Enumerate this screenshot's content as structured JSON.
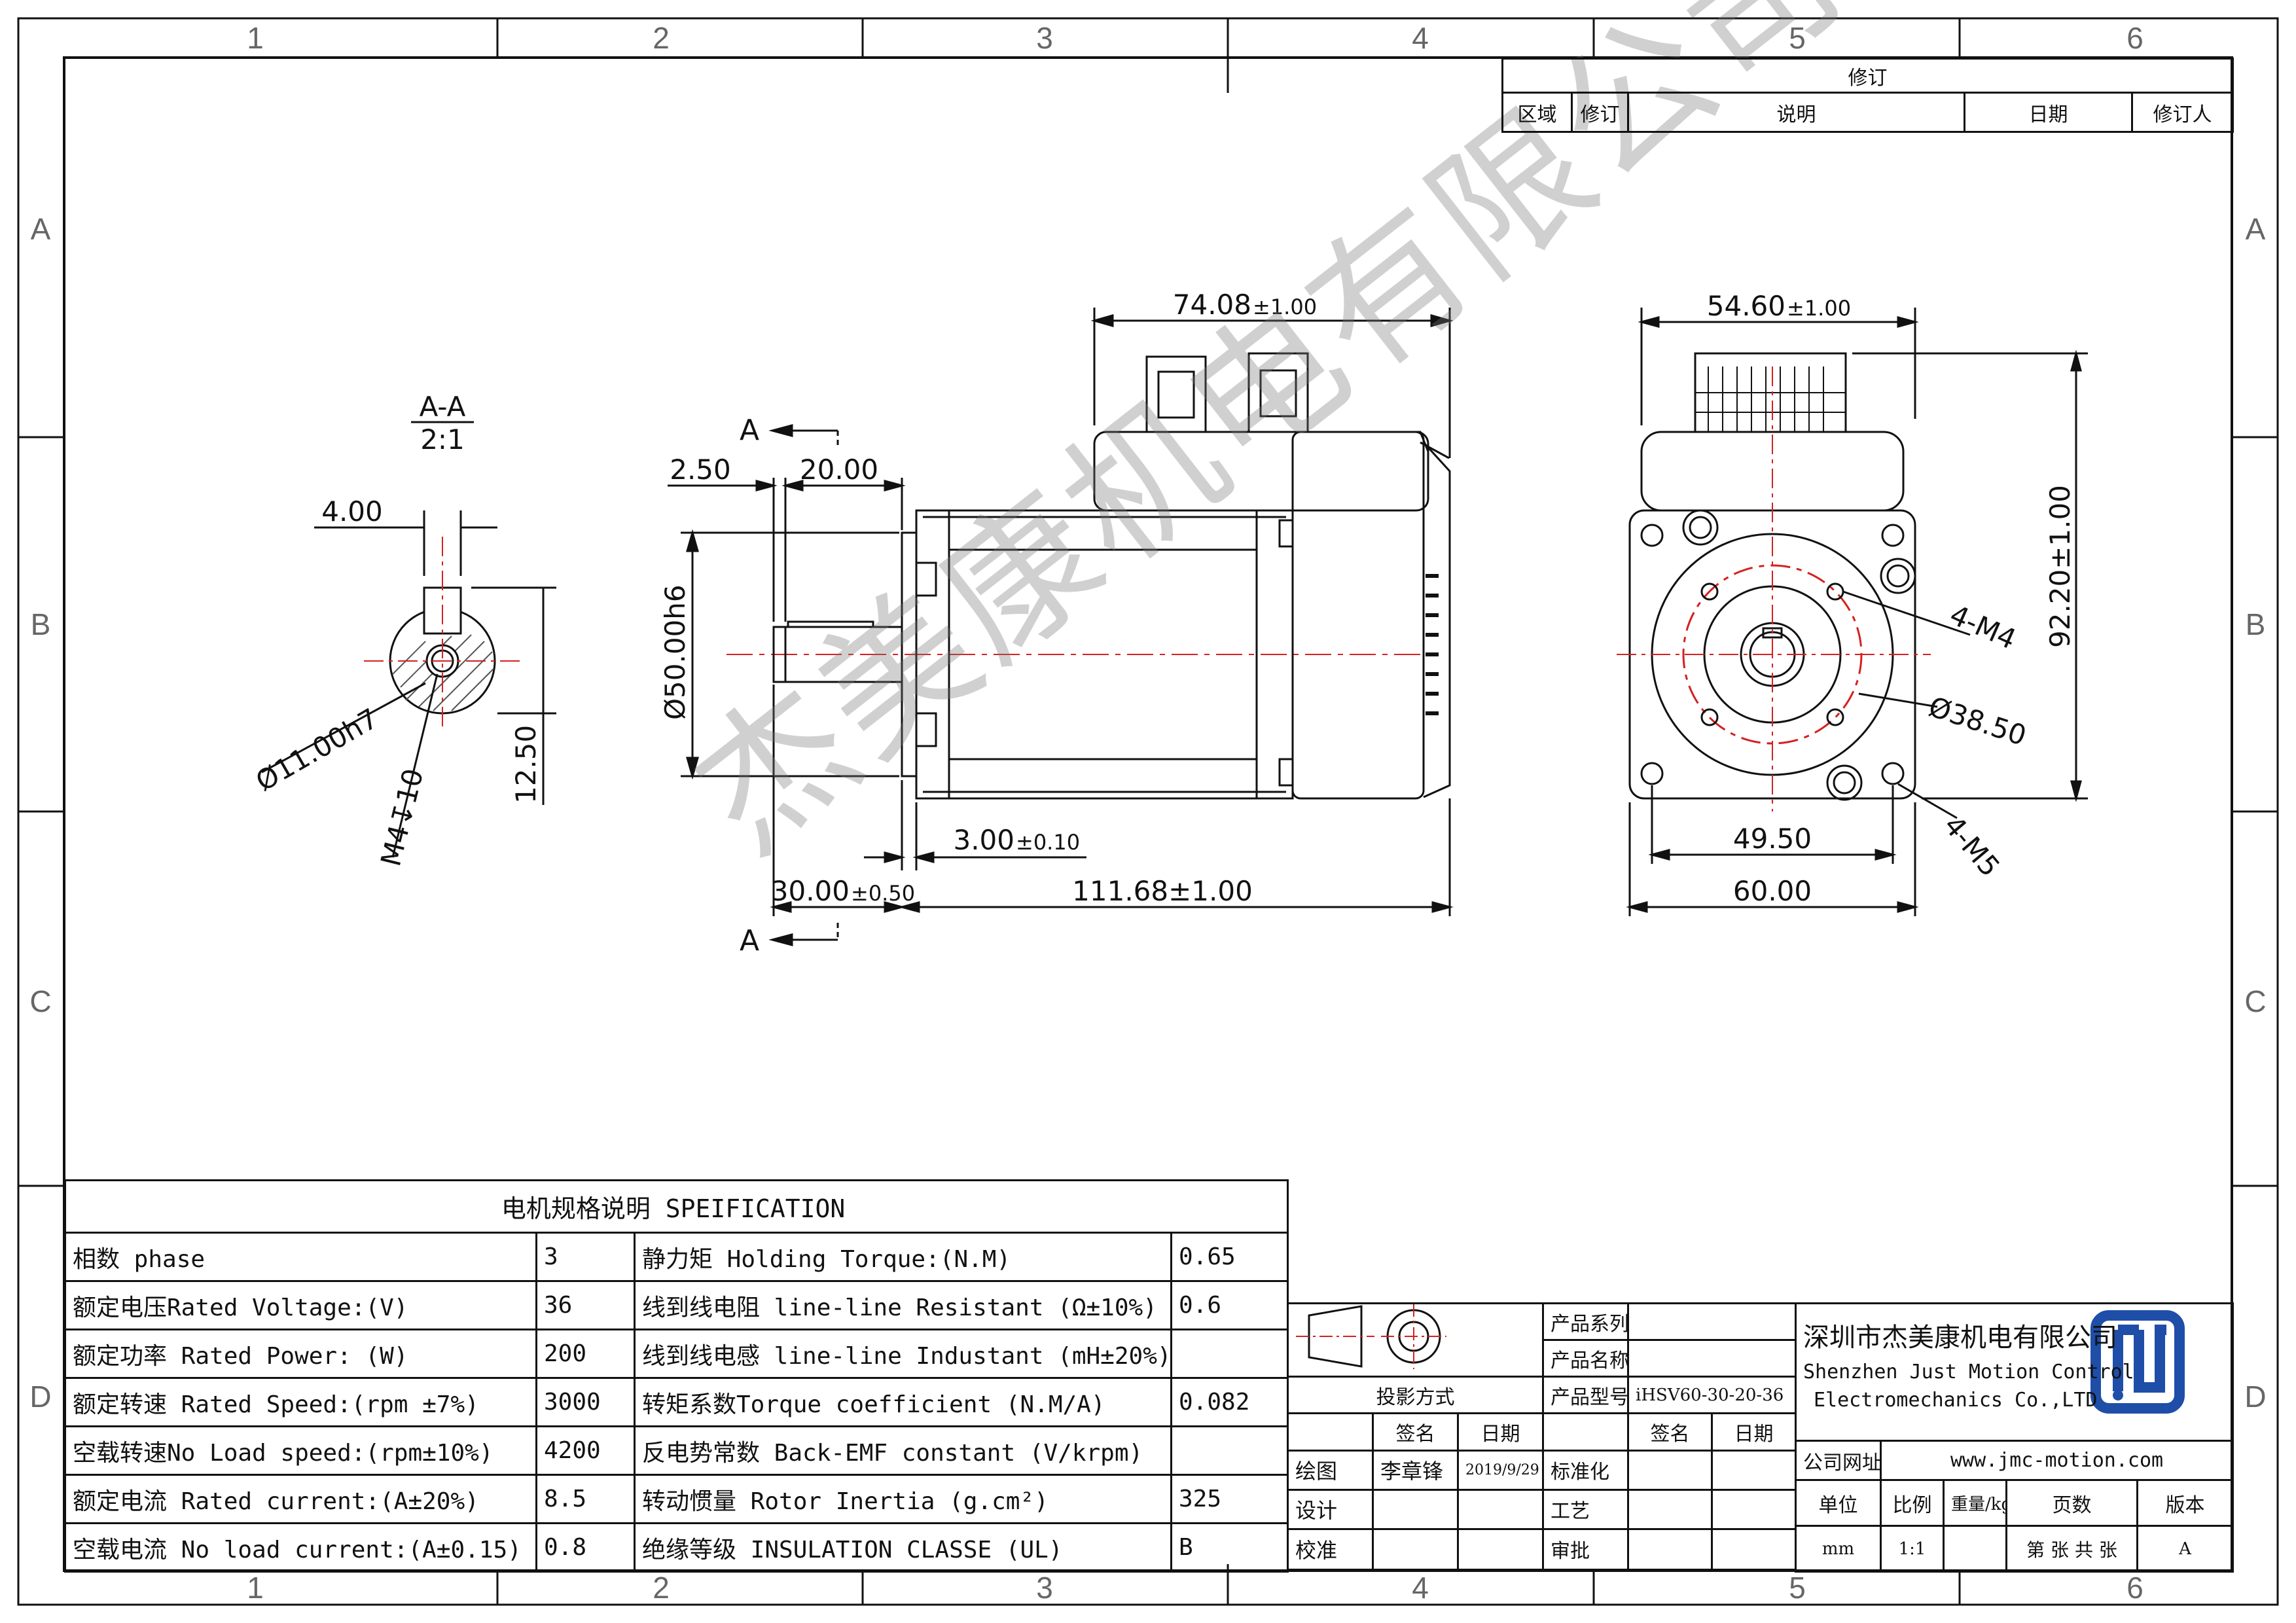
{
  "border": {
    "col_labels": [
      "1",
      "2",
      "3",
      "4",
      "5",
      "6"
    ],
    "row_labels": [
      "A",
      "B",
      "C",
      "D"
    ]
  },
  "revision": {
    "title": "修订",
    "headers": [
      "区域",
      "修订",
      "说明",
      "日期",
      "修订人"
    ]
  },
  "section_view": {
    "title": "A-A",
    "scale": "2:1",
    "dim_key": "4.00",
    "dim_height": "12.50",
    "dim_dia": "Ø11.00h7",
    "dim_thread": "M4↧10"
  },
  "side_view": {
    "section_mark": "A",
    "dim_length_top": "74.08",
    "tol_length_top": "±1.00",
    "dim_2_50": "2.50",
    "dim_20_00": "20.00",
    "dim_pilot": "Ø50.00h6",
    "dim_3_00": "3.00",
    "tol_3_00": "±0.10",
    "dim_30_00": "30.00",
    "tol_30_00": "±0.50",
    "dim_body": "111.68±1.00"
  },
  "front_view": {
    "dim_width_top": "54.60",
    "tol_width_top": "±1.00",
    "dim_height": "92.20±1.00",
    "label_4m4": "4-M4",
    "label_bolt": "Ø38.50",
    "label_4m5": "4-M5",
    "dim_49_50": "49.50",
    "dim_60_00": "60.00"
  },
  "spec": {
    "title": "电机规格说明 SPEIFICATION",
    "rows": [
      [
        "相数 phase",
        "3",
        "静力矩 Holding Torque:(N.M)",
        "0.65"
      ],
      [
        "额定电压Rated Voltage:(V)",
        "36",
        "线到线电阻 line-line Resistant (Ω±10%)",
        "0.6"
      ],
      [
        "额定功率 Rated Power: (W)",
        "200",
        "线到线电感 line-line Industant (mH±20%)",
        ""
      ],
      [
        "额定转速 Rated Speed:(rpm ±7%)",
        "3000",
        "转矩系数Torque coefficient (N.M/A)",
        "0.082"
      ],
      [
        "空载转速No Load speed:(rpm±10%)",
        "4200",
        "反电势常数 Back-EMF constant (V/krpm)",
        ""
      ],
      [
        "额定电流 Rated current:(A±20%)",
        "8.5",
        "转动惯量 Rotor Inertia (g.cm²)",
        "325"
      ],
      [
        "空载电流 No load current:(A±0.15)",
        "0.8",
        "绝缘等级 INSULATION CLASSE (UL)",
        "B"
      ]
    ]
  },
  "title_block": {
    "product_series_label": "产品系列",
    "product_name_label": "产品名称",
    "product_model_label": "产品型号",
    "product_model": "iHSV60-30-20-36",
    "projection_label": "投影方式",
    "sign_label": "签名",
    "date_label": "日期",
    "draw_label": "绘图",
    "drawer": "李章锋",
    "draw_date": "2019/9/29",
    "standard_label": "标准化",
    "design_label": "设计",
    "process_label": "工艺",
    "check_label": "校准",
    "approve_label": "审批",
    "company_cn": "深圳市杰美康机电有限公司",
    "company_en_1": "Shenzhen Just Motion Control",
    "company_en_2": "Electromechanics Co.,LTD",
    "website_label": "公司网址",
    "website": "www.jmc-motion.com",
    "unit_label": "单位",
    "ratio_label": "比例",
    "weight_label": "重量/kg",
    "pages_label": "页数",
    "version_label": "版本",
    "unit": "mm",
    "ratio": "1:1",
    "pages": "第 张 共 张",
    "version": "A"
  },
  "watermark": "杰美康机电有限公司",
  "colors": {
    "line": "#111111",
    "red": "#d42020",
    "logo": "#1f4ea8"
  }
}
